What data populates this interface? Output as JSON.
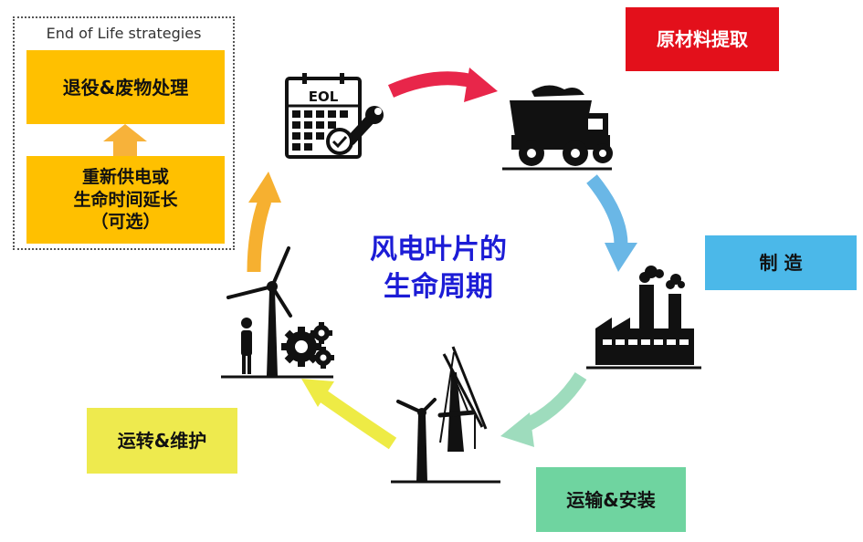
{
  "eol_panel": {
    "title": "End of Life strategies",
    "top_box": "退役&废物处理",
    "bottom_box": "重新供电或\n生命时间延长\n（可选）"
  },
  "calendar_label": "EOL",
  "center_title": "风电叶片的\n生命周期",
  "stages": {
    "raw_material": "原材料提取",
    "manufacturing": "制 造",
    "transport_install": "运输&安装",
    "operation_maintenance": "运转&维护"
  },
  "colors": {
    "raw_material": "#e3101b",
    "manufacturing": "#4bb8e9",
    "transport_install": "#6fd4a0",
    "operation_maintenance": "#eeea4e",
    "eol": "#ffc000",
    "center_title": "#1c1cd6"
  }
}
